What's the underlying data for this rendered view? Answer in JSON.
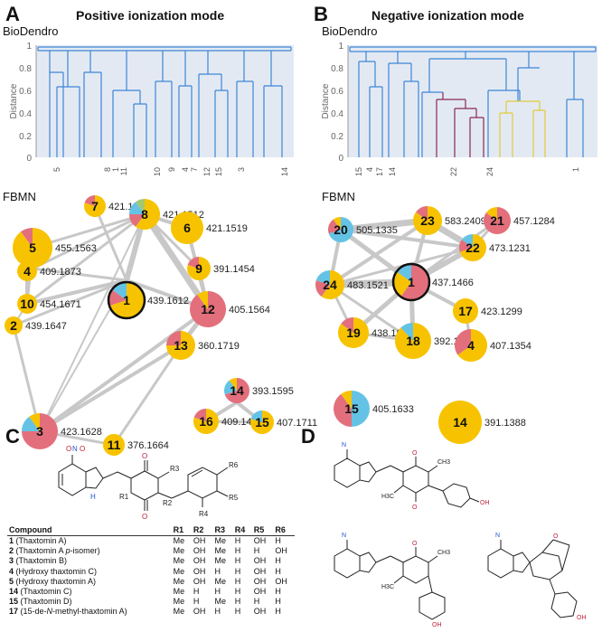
{
  "panels": {
    "A": {
      "letter": "A",
      "title": "Positive ionization mode",
      "dendro_label": "BioDendro",
      "fbmn_label": "FBMN",
      "y_axis_label": "Distance",
      "y_ticks": [
        "1",
        "0.8",
        "0.6",
        "0.4",
        "0.2",
        "0"
      ],
      "leaf_labels": [
        "5",
        "8",
        "1",
        "11",
        "10",
        "9",
        "4",
        "7",
        "12",
        "15",
        "3",
        "14"
      ]
    },
    "B": {
      "letter": "B",
      "title": "Negative ionization mode",
      "dendro_label": "BioDendro",
      "fbmn_label": "FBMN",
      "y_axis_label": "Distance",
      "y_ticks": [
        "1",
        "0.8",
        "0.6",
        "0.4",
        "0.2",
        "0"
      ],
      "leaf_labels": [
        "15",
        "4",
        "17",
        "14",
        "22",
        "24",
        "1"
      ]
    },
    "C": {
      "letter": "C"
    },
    "D": {
      "letter": "D"
    }
  },
  "network_pos": {
    "nodes": [
      {
        "id": "7",
        "mz": "421.1"
      },
      {
        "id": "8",
        "mz": "421.1512"
      },
      {
        "id": "5",
        "mz": "455.1563"
      },
      {
        "id": "6",
        "mz": "421.1519"
      },
      {
        "id": "9",
        "mz": "391.1454"
      },
      {
        "id": "4",
        "mz": "409.1873"
      },
      {
        "id": "1",
        "mz": "439.1612"
      },
      {
        "id": "12",
        "mz": "405.1564"
      },
      {
        "id": "10",
        "mz": "454.1671"
      },
      {
        "id": "13",
        "mz": "360.1719"
      },
      {
        "id": "2",
        "mz": "439.1647"
      },
      {
        "id": "14",
        "mz": "393.1595"
      },
      {
        "id": "3",
        "mz": "423.1628"
      },
      {
        "id": "11",
        "mz": "376.1664"
      },
      {
        "id": "16",
        "mz": "409.1469"
      },
      {
        "id": "15",
        "mz": "407.1711"
      }
    ]
  },
  "network_neg": {
    "nodes": [
      {
        "id": "23",
        "mz": "583.2409"
      },
      {
        "id": "20",
        "mz": "505.1335"
      },
      {
        "id": "21",
        "mz": "457.1284"
      },
      {
        "id": "22",
        "mz": "473.1231"
      },
      {
        "id": "24",
        "mz": "483.1521"
      },
      {
        "id": "1",
        "mz": "437.1466"
      },
      {
        "id": "17",
        "mz": "423.1299"
      },
      {
        "id": "19",
        "mz": "438.1672"
      },
      {
        "id": "18",
        "mz": "392.1612"
      },
      {
        "id": "4",
        "mz": "407.1354"
      },
      {
        "id": "15",
        "mz": "405.1633"
      },
      {
        "id": "14",
        "mz": "391.1388"
      }
    ]
  },
  "structure_labels": {
    "R1": "R1",
    "R2": "R2",
    "R3": "R3",
    "R4": "R4",
    "R5": "R5",
    "R6": "R6",
    "H": "H",
    "NH": "H",
    "O": "O",
    "OH": "OH",
    "N": "N",
    "Nplus": "N",
    "Ominus": "O",
    "CH3": "CH3",
    "H3C": "H3C"
  },
  "table": {
    "headers": [
      "Compound",
      "R1",
      "R2",
      "R3",
      "R4",
      "R5",
      "R6"
    ],
    "rows": [
      {
        "num": "1",
        "name": "(Thaxtomin A)",
        "pre": "",
        "italic": "",
        "post": "",
        "r": [
          "Me",
          "OH",
          "Me",
          "H",
          "OH",
          "H"
        ]
      },
      {
        "num": "2",
        "name": "",
        "pre": "(Thaxtomin A ",
        "italic": "p",
        "post": "-isomer)",
        "r": [
          "Me",
          "OH",
          "Me",
          "H",
          "H",
          "OH"
        ]
      },
      {
        "num": "3",
        "name": "(Thaxtomin B)",
        "pre": "",
        "italic": "",
        "post": "",
        "r": [
          "Me",
          "OH",
          "Me",
          "H",
          "OH",
          "H"
        ]
      },
      {
        "num": "4",
        "name": "(Hydroxy thaxtomin C)",
        "pre": "",
        "italic": "",
        "post": "",
        "r": [
          "Me",
          "OH",
          "H",
          "H",
          "OH",
          "H"
        ]
      },
      {
        "num": "5",
        "name": "(Hydroxy thaxtomin A)",
        "pre": "",
        "italic": "",
        "post": "",
        "r": [
          "Me",
          "OH",
          "Me",
          "H",
          "OH",
          "OH"
        ]
      },
      {
        "num": "14",
        "name": "(Thaxtomin C)",
        "pre": "",
        "italic": "",
        "post": "",
        "r": [
          "Me",
          "H",
          "H",
          "H",
          "OH",
          "H"
        ]
      },
      {
        "num": "15",
        "name": "(Thaxtomin D)",
        "pre": "",
        "italic": "",
        "post": "",
        "r": [
          "Me",
          "H",
          "Me",
          "H",
          "H",
          "H"
        ]
      },
      {
        "num": "17",
        "name": "",
        "pre": "(15-de-",
        "italic": "N",
        "post": "-methyl-thaxtomin A)",
        "r": [
          "Me",
          "OH",
          "H",
          "H",
          "OH",
          "H"
        ]
      }
    ]
  }
}
